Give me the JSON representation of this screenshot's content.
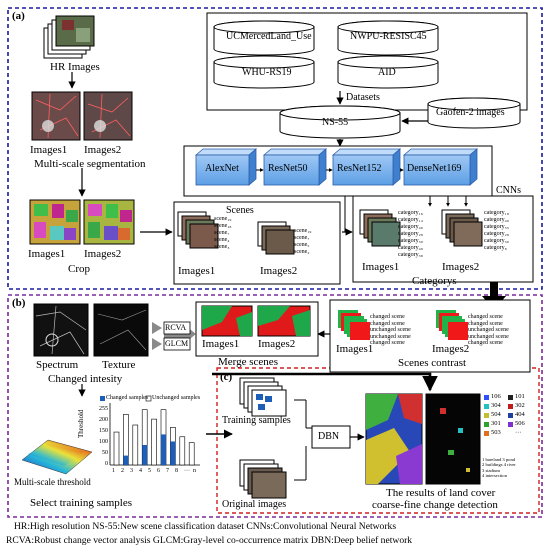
{
  "panels": {
    "a": "(a)",
    "b": "(b)",
    "c": "(c)"
  },
  "datasets": {
    "items": [
      "UCMercedLand_Use",
      "NWPU-RESISC45",
      "WHU-RS19",
      "AID"
    ],
    "label": "Datasets",
    "ns55": "NS-55",
    "gaofen": "Gaofen-2 images"
  },
  "cnns": {
    "nets": [
      "AlexNet",
      "ResNet50",
      "ResNet152",
      "DenseNet169"
    ],
    "label": "CNNs"
  },
  "hr": {
    "label": "HR Images"
  },
  "seg": {
    "img1": "Images1",
    "img2": "Images2",
    "title": "Multi-scale segmentation"
  },
  "crop": {
    "img1": "Images1",
    "img2": "Images2",
    "title": "Crop"
  },
  "scenes": {
    "img1": "Images1",
    "img2": "Images2",
    "title": "Scenes",
    "list1": [
      "scene₁₉",
      "scene₁₈",
      "scene₇",
      "scene₄",
      "scene₃"
    ],
    "list2": [
      "scene₁₉",
      "scene₇",
      "scene₅",
      "scene₂"
    ],
    "dots": "····"
  },
  "categories": {
    "img1": "Images1",
    "img2": "Images2",
    "title": "Categorys",
    "list1": [
      "category₁₆",
      "category₁₄",
      "category₄₉",
      "category₂₈",
      "category₃₉",
      "category₄₉",
      "category₃₈"
    ],
    "list2": [
      "category₁₈",
      "category₄₉",
      "category₃₃",
      "category₂₈",
      "category₃₉",
      "category₈"
    ],
    "dots": "···"
  },
  "contrast": {
    "img1": "Images1",
    "img2": "Images2",
    "title": "Scenes contrast",
    "rows": [
      "changed scene",
      "changed scene",
      "unchanged scene",
      "unchanged scene",
      "changed scene"
    ],
    "dots": "···"
  },
  "merge": {
    "img1": "Images1",
    "img2": "Images2",
    "title": "Merge scenes"
  },
  "methods": {
    "rcva": "RCVA",
    "glcm": "GLCM"
  },
  "intensity": {
    "spectrum": "Spectrum",
    "texture": "Texture",
    "title": "Changed intesity"
  },
  "training": {
    "legend_changed": "Changed samples",
    "legend_unchanged": "Unchanged samples",
    "yticks": [
      "255",
      "200",
      "150",
      "100",
      "50",
      "0"
    ],
    "xticks": [
      "1",
      "2",
      "3",
      "4",
      "5",
      "6",
      "7",
      "8",
      "···",
      "n"
    ],
    "ylabel": "Threshold",
    "heat_label": "Multi-scale threshold",
    "title": "Select training samples",
    "changed_values": [
      0,
      40,
      0,
      85,
      0,
      130,
      100,
      0,
      0
    ],
    "unchanged_values": [
      140,
      215,
      170,
      235,
      195,
      235,
      160,
      120,
      95
    ]
  },
  "dbn": {
    "training": "Training samples",
    "original": "Original images",
    "dbn": "DBN"
  },
  "results": {
    "title_1": "The  results of land cover",
    "title_2": "coarse-fine change detection",
    "codes": [
      "106",
      "101",
      "304",
      "302",
      "504",
      "404",
      "301",
      "506",
      "503"
    ],
    "code_colors": [
      "#3050ff",
      "#202020",
      "#26c0c0",
      "#c01b1b",
      "#c0c030",
      "#2040a0",
      "#30a030",
      "#8030d0",
      "#e07020"
    ],
    "notes": [
      "1 bareland  3 pond",
      "2 buildings  4 river",
      "3 stadium",
      "4 intersection"
    ],
    "dots": "···"
  },
  "footer": {
    "line1": "HR:High resolution   NS-55:New scene classification dataset   CNNs:Convolutional Neural Networks",
    "line2": "RCVA:Robust change vector analysis  GLCM:Gray-level co-occurrence matrix  DBN:Deep belief network"
  }
}
